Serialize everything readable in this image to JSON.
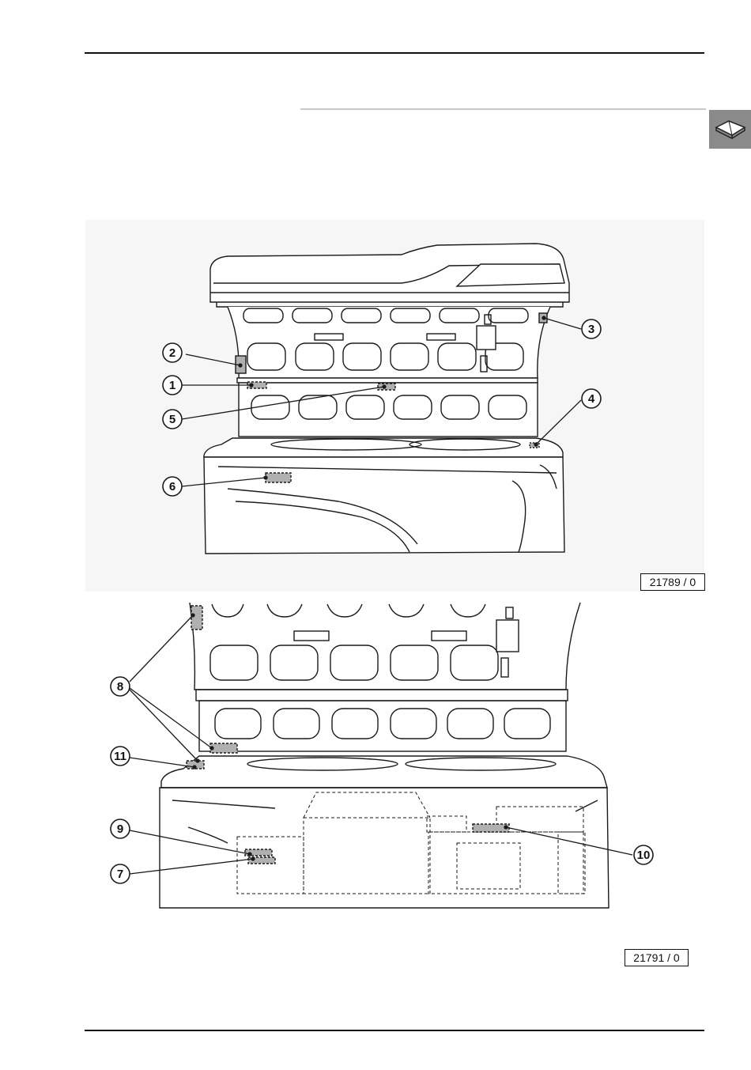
{
  "figures": [
    {
      "reference": "21789 / 0",
      "callouts": [
        "1",
        "2",
        "3",
        "4",
        "5",
        "6"
      ]
    },
    {
      "reference": "21791 / 0",
      "callouts": [
        "7",
        "8",
        "9",
        "10",
        "11"
      ]
    }
  ],
  "colors": {
    "tab": "#8a8a8a",
    "highlight": "#b0b0b0",
    "line": "#1a1a1a"
  },
  "icons": {
    "tab": "open-book-icon"
  }
}
